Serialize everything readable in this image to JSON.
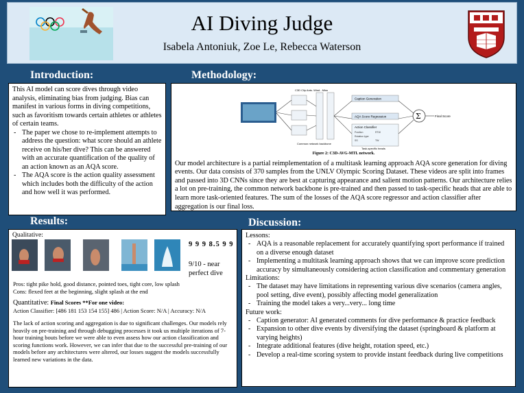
{
  "header": {
    "title": "AI Diving Judge",
    "authors": "Isabela Antoniuk, Zoe Le, Rebecca Waterson"
  },
  "intro": {
    "heading": "Introduction:",
    "paragraph": "This AI model can score dives through video analysis, eliminating bias from judging. Bias can manifest in various forms in diving competitions, such as favoritism towards certain athletes or athletes of certain teams.",
    "bullets": [
      "The paper we chose to re-implement attempts to address the question: what score should an athlete receive on his/her dive?  This can be answered with an accurate quantification of the quality of an action known as an AQA score.",
      "The AQA score is the action quality assessment which includes both the difficulty of the action and how well it was performed."
    ]
  },
  "methodology": {
    "heading": "Methodology:",
    "figure_caption": "Figure 2: C3D-AVG-MTL network.",
    "figure_labels": {
      "top": "C3D Clip Ants. Wind - Miss",
      "caption_gen": "Caption Generation",
      "aqa": "AQA Score Regression",
      "action": "Action Classifier",
      "final": "Final Score",
      "backbone": "Common network backbone",
      "heads": "Task-specific heads",
      "classes": [
        "Position",
        "RTW",
        "Rotation type",
        "SS",
        "TW"
      ]
    },
    "paragraph": "Our model architecture is a partial reimplementation of a multitask learning approach AQA score generation for diving events. Our data consists of 370 samples from the UNLV Olympic Scoring Dataset. These videos are split into frames and passed into 3D CNNs since they are best at capturing appearance and salient motion patterns. Our architecture relies a lot on pre-training, the common network backbone is pre-trained and then passed to task-specific heads that are able to learn more task-oriented features. The sum of the losses of the AQA score regressor and action classifier after aggregation is our final loss."
  },
  "results": {
    "heading": "Results:",
    "qualitative_label": "Qualitative:",
    "score_strip": "9 9 9 8.5 9 9",
    "score_text": "9/10 - near perfect dive",
    "pros": "Pros: tight pike hold, good distance, pointed toes, tight core, low splash",
    "cons": "Cons: flexed feet at the beginning, slight splash at the end",
    "quantitative_label": "Quantitative:",
    "quantitative_note": "Final Scores **For one video:",
    "quant_line": "Action Classifier: [486 181 153 154 155]  486  | Action Score: N/A | Accuracy: N/A",
    "paragraph": "The lack of action scoring and aggregation is due to significant challenges. Our models rely heavily on pre-training and through debugging processes it took us multiple iterations of 7-hour training bouts before we were able to even assess how our action classification and scoring functions work. However, we can infer that due to the successful pre-training of our models before any architectures were altered, our losses suggest the models successfully learned new variations in the data."
  },
  "discussion": {
    "heading": "Discussion:",
    "lessons_label": "Lessons:",
    "lessons": [
      "AQA is a reasonable replacement for accurately quantifying sport performance if trained on a diverse enough dataset",
      "Implementing a multitask learning approach shows that we can improve score prediction accuracy by simultaneously considering action classification and commentary generation"
    ],
    "limitations_label": "Limitations:",
    "limitations": [
      "The dataset may have limitations in representing various dive scenarios (camera angles, pool setting, dive event), possibly affecting model generalization",
      "Training the model takes a very...very... long time"
    ],
    "future_label": "Future work:",
    "future": [
      "Caption generator: AI generated comments for dive performance & practice feedback",
      "Expansion to other dive events by diversifying the dataset (springboard & platform at varying heights)",
      "Integrate additional features (dive height, rotation speed, etc.)",
      "Develop a real-time scoring system to provide instant feedback during live competitions"
    ]
  },
  "colors": {
    "background": "#1f4e79",
    "header_bg": "#dce9f5",
    "brown_red": "#b31b1b"
  }
}
